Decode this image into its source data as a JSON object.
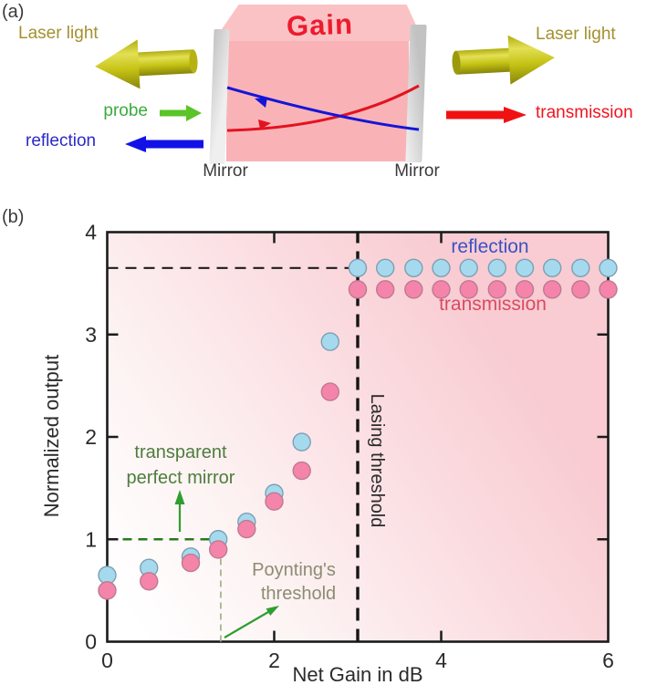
{
  "figure": {
    "panel_a": {
      "label": "(a)",
      "laser_light_left": "Laser light",
      "laser_light_right": "Laser light",
      "gain": "Gain",
      "probe": "probe",
      "reflection": "reflection",
      "transmission": "transmission",
      "mirror_left": "Mirror",
      "mirror_right": "Mirror"
    },
    "panel_b": {
      "label": "(b)",
      "reflection_label": "reflection",
      "transmission_label": "transmission",
      "lasing_threshold": "Lasing threshold",
      "transparent_line1": "transparent",
      "transparent_line2": "perfect mirror",
      "poynting_line1": "Poynting's",
      "poynting_line2": "threshold"
    }
  },
  "chart_data": {
    "type": "scatter",
    "title": "",
    "xlabel": "Net Gain in dB",
    "ylabel": "Normalized output",
    "xlim": [
      0,
      6
    ],
    "ylim": [
      0,
      4
    ],
    "xticks": [
      0,
      2,
      4,
      6
    ],
    "yticks": [
      0,
      1,
      2,
      3,
      4
    ],
    "grid": false,
    "x": [
      0,
      0.5,
      1.0,
      1.33,
      1.67,
      2.0,
      2.33,
      2.67,
      3.0,
      3.33,
      3.67,
      4.0,
      4.33,
      4.67,
      5.0,
      5.33,
      5.67,
      6.0
    ],
    "series": [
      {
        "name": "reflection",
        "color": "#a5daee",
        "values": [
          0.65,
          0.72,
          0.83,
          1.0,
          1.17,
          1.45,
          1.95,
          2.93,
          3.65,
          3.65,
          3.65,
          3.65,
          3.65,
          3.65,
          3.65,
          3.65,
          3.65,
          3.65
        ]
      },
      {
        "name": "transmission",
        "color": "#f584ab",
        "values": [
          0.5,
          0.59,
          0.77,
          0.9,
          1.1,
          1.37,
          1.67,
          2.44,
          3.44,
          3.44,
          3.44,
          3.44,
          3.44,
          3.44,
          3.44,
          3.44,
          3.44,
          3.44
        ]
      }
    ],
    "reference_lines": [
      {
        "id": "plateau-level",
        "orientation": "h",
        "y": 3.65,
        "x1": 0,
        "x2": 2.97,
        "style": "black-dash"
      },
      {
        "id": "lasing-threshold",
        "orientation": "v",
        "x": 3,
        "y1": 0,
        "y2": 4,
        "style": "black-dash-bold"
      },
      {
        "id": "transparent-mirror-level",
        "orientation": "h",
        "y": 1,
        "x1": 0,
        "x2": 1.36,
        "style": "green-dash"
      },
      {
        "id": "poynting-threshold",
        "orientation": "v",
        "x": 1.36,
        "y1": 0,
        "y2": 1,
        "style": "pale-green-dash"
      }
    ],
    "colors": {
      "reflection_point": "#a5daee",
      "transmission_point": "#f584ab",
      "plot_bg_light": "#ffffff",
      "plot_bg_pink": "#f8ccd2",
      "annotation_green": "#4e7d3c",
      "annotation_olive": "#8c8c72",
      "axis": "#1b1b1b"
    }
  }
}
